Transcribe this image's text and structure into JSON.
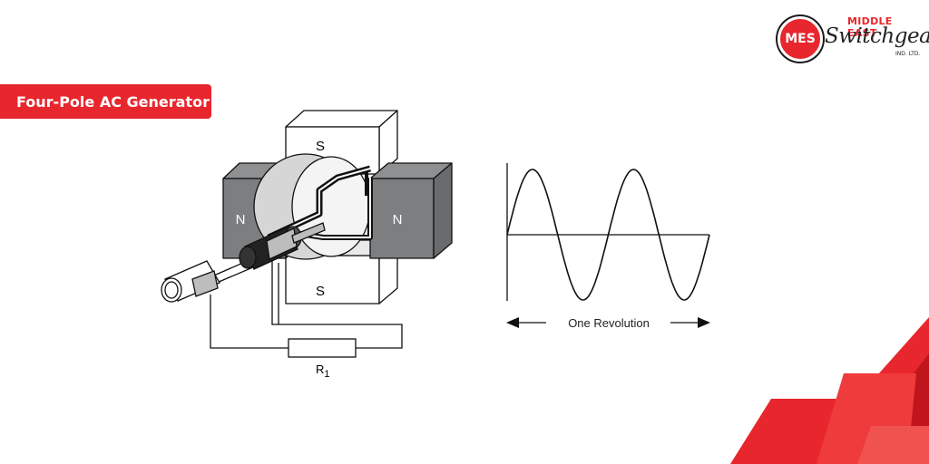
{
  "title": "Four-Pole AC Generator",
  "logo": {
    "circle_text": "MES",
    "top_text": "MIDDLE EAST",
    "script_text": "Switchgear",
    "sub_text": "IND. LTD."
  },
  "diagram": {
    "pole_top": "S",
    "pole_bottom": "S",
    "pole_left": "N",
    "pole_right": "N",
    "resistor_label": "R",
    "resistor_subscript": "1"
  },
  "waveform": {
    "caption": "One Revolution",
    "cycles": 2
  },
  "colors": {
    "accent": "#e8262d",
    "magnet_gray": "#7d7e80",
    "dark_red": "#c0151c"
  }
}
